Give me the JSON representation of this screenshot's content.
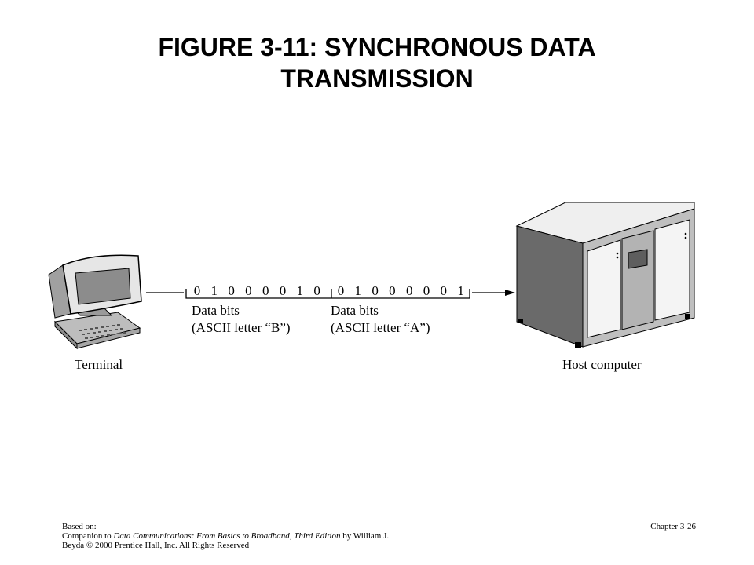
{
  "slide": {
    "title_line1": "FIGURE 3-11: SYNCHRONOUS DATA",
    "title_line2": "TRANSMISSION"
  },
  "diagram": {
    "bits_b": [
      "0",
      "1",
      "0",
      "0",
      "0",
      "0",
      "1",
      "0"
    ],
    "bits_a": [
      "0",
      "1",
      "0",
      "0",
      "0",
      "0",
      "0",
      "1"
    ],
    "group_b": {
      "label1": "Data bits",
      "label2": "(ASCII letter “B”)"
    },
    "group_a": {
      "label1": "Data bits",
      "label2": "(ASCII letter “A”)"
    },
    "terminal_label": "Terminal",
    "host_label": "Host computer"
  },
  "footer": {
    "based_on": "Based on:",
    "citation_prefix": "Companion to ",
    "citation_title": "Data Communications: From Basics to Broadband, Third Edition",
    "citation_suffix": " by William J.",
    "citation_line2": "Beyda © 2000 Prentice Hall, Inc. All Rights Reserved",
    "chapter": "Chapter 3-26"
  }
}
